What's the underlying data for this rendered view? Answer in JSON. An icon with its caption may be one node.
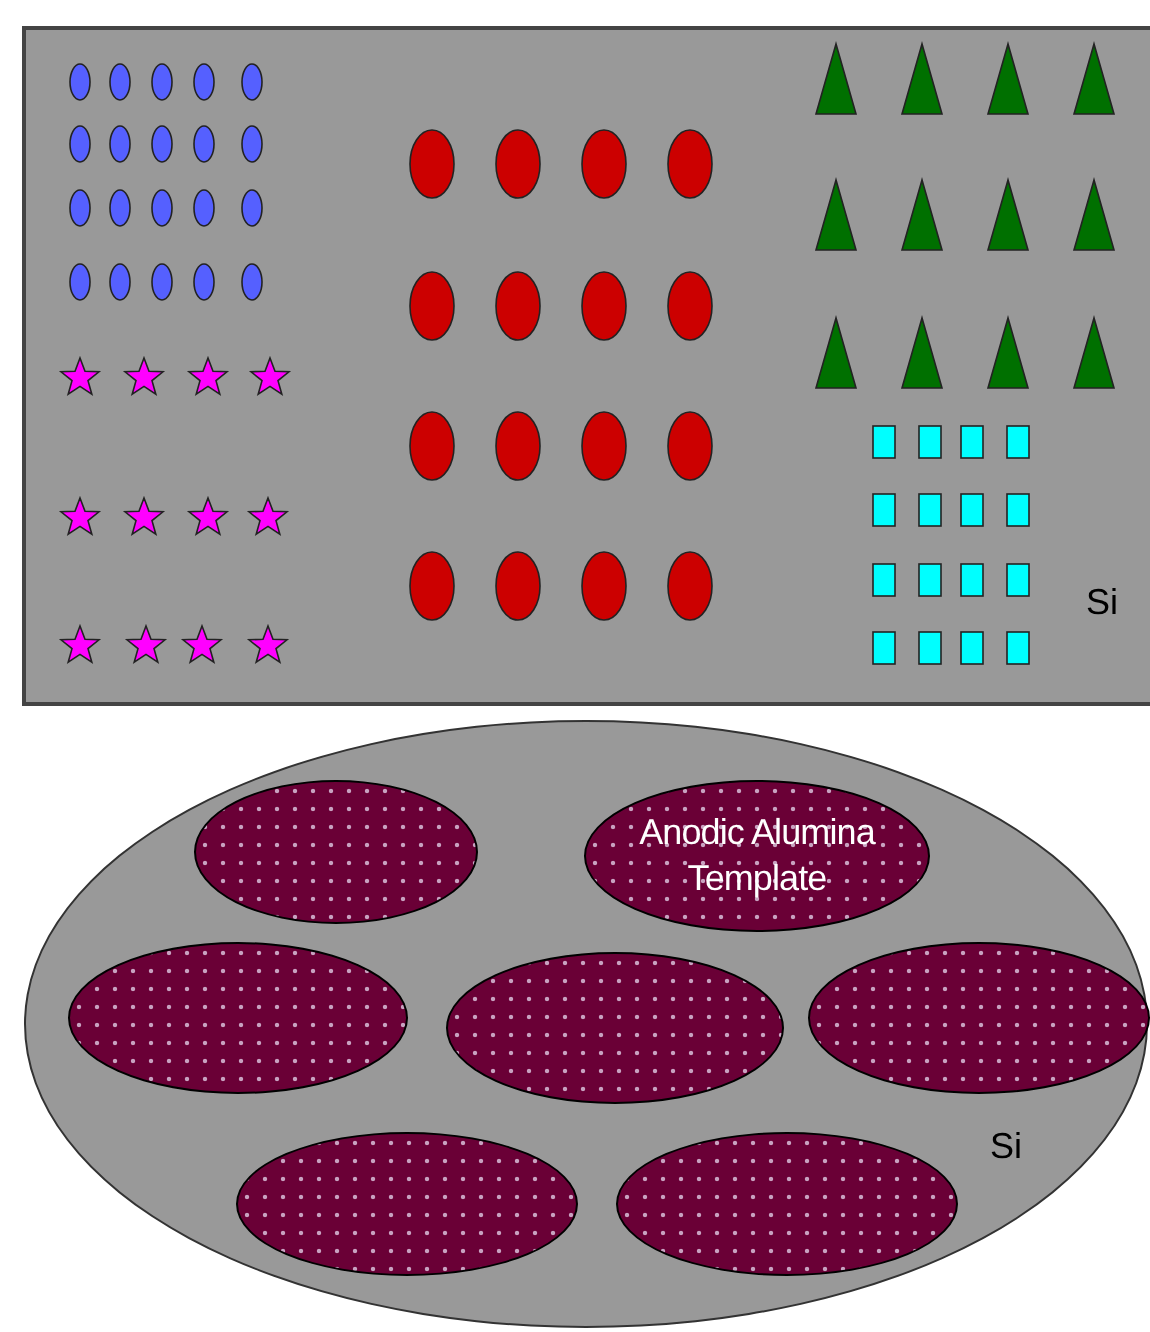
{
  "diagram": {
    "nodes": [
      {
        "text": [
          "Si"
        ]
      },
      {
        "text": [
          "Si"
        ]
      },
      {
        "text": [],
        "shape": "ellipse",
        "in": 1
      },
      {
        "text": [
          "Anodic Alumina Template"
        ],
        "in": 1
      },
      {
        "text": [],
        "shape": "ellipse",
        "in": 1
      },
      {
        "text": [],
        "shape": "ellipse",
        "in": 1
      },
      {
        "text": [],
        "shape": "ellipse",
        "in": 1
      },
      {
        "text": [],
        "shape": "ellipse",
        "in": 1
      },
      {
        "text": [],
        "shape": "ellipse",
        "in": 1
      }
    ]
  }
}
